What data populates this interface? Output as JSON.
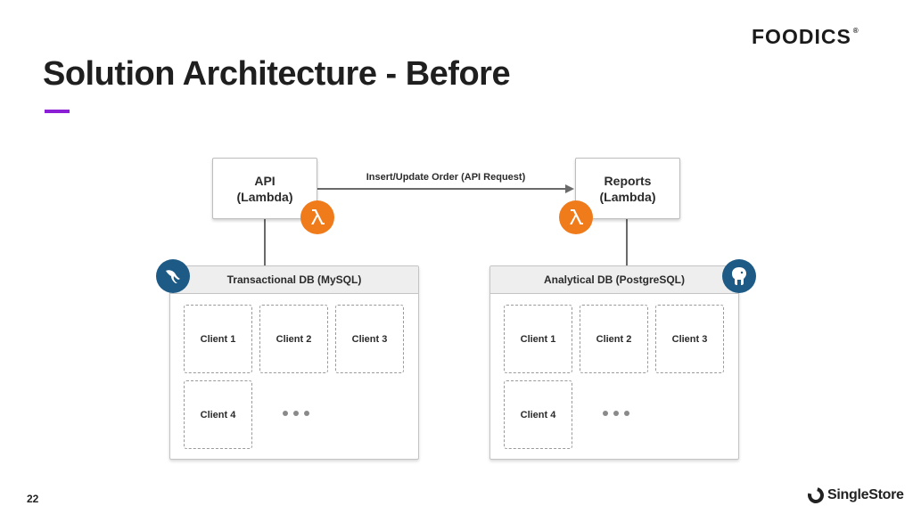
{
  "slide": {
    "title": "Solution Architecture - Before",
    "page_number": "22",
    "brand_top": "FOODICS",
    "brand_bottom": "SingleStore"
  },
  "colors": {
    "title_underline": "#8b1fd6",
    "lambda_orange": "#f07b1b",
    "db_blue": "#1d5b86"
  },
  "diagram": {
    "api_box": {
      "line1": "API",
      "line2": "(Lambda)"
    },
    "reports_box": {
      "line1": "Reports",
      "line2": "(Lambda)"
    },
    "arrow_label": "Insert/Update Order (API Request)",
    "lambda_icon": "lambda-icon",
    "left_db": {
      "title": "Transactional DB (MySQL)",
      "icon": "mysql-dolphin-icon",
      "clients": [
        "Client 1",
        "Client 2",
        "Client 3",
        "Client 4"
      ]
    },
    "right_db": {
      "title": "Analytical DB (PostgreSQL)",
      "icon": "postgresql-elephant-icon",
      "clients": [
        "Client 1",
        "Client 2",
        "Client 3",
        "Client 4"
      ]
    }
  }
}
